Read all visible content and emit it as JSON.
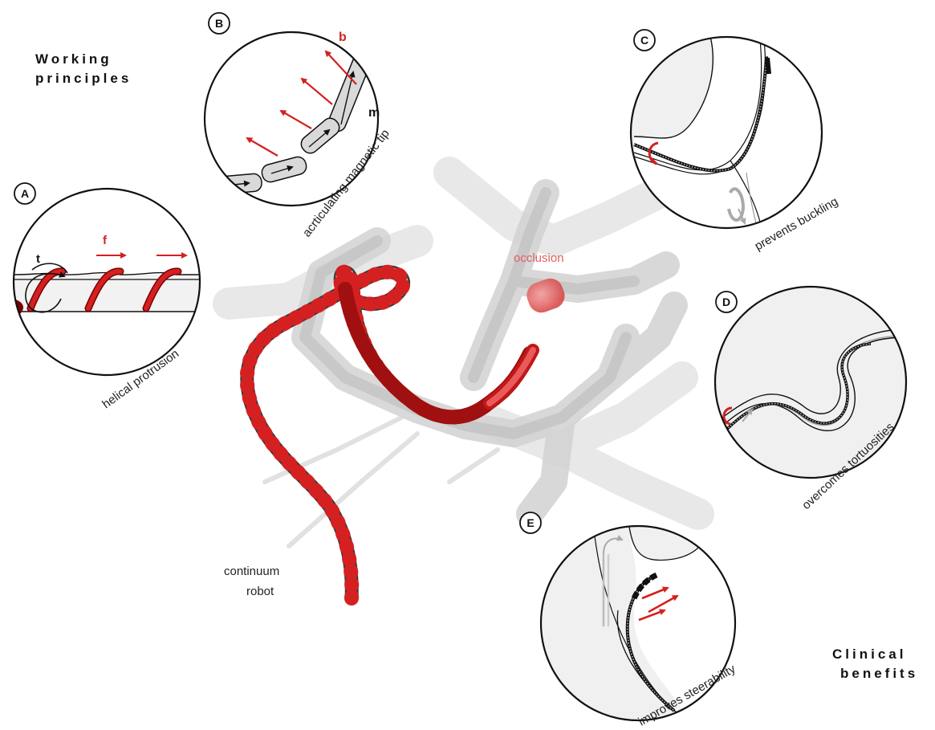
{
  "headings": {
    "working": [
      "Working",
      "principles"
    ],
    "clinical": [
      "Clinical",
      "benefits"
    ]
  },
  "panels": {
    "A": {
      "letter": "A",
      "caption": "helical protrusion",
      "torque_label": "t",
      "force_label": "f"
    },
    "B": {
      "letter": "B",
      "caption": "acrticulating magnetic tip",
      "field_label": "b",
      "moment_label": "m"
    },
    "C": {
      "letter": "C",
      "caption": "prevents buckling"
    },
    "D": {
      "letter": "D",
      "caption": "overcomes tortuosities"
    },
    "E": {
      "letter": "E",
      "caption": "improves steerability"
    }
  },
  "center": {
    "occlusion_label": "occlusion",
    "robot_label": [
      "continuum",
      "robot"
    ]
  },
  "colors": {
    "accent_red": "#d42020",
    "occlusion_red": "#e05555",
    "vessel_gray": "#cfcfcf",
    "outline": "#111111"
  }
}
